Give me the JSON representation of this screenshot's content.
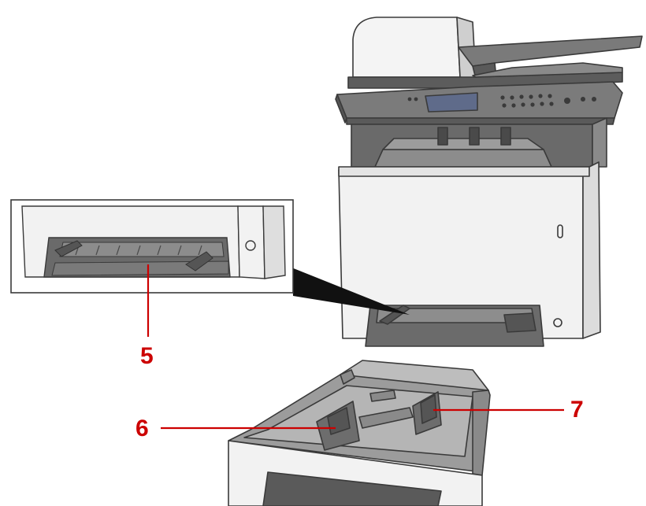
{
  "colors": {
    "callout": "#cc0000",
    "body_light": "#f2f2f2",
    "body_gray": "#d9d9d9",
    "panel_dark": "#6d6d6d",
    "outline": "#3a3a3a",
    "screen": "#5f6b8a"
  },
  "callouts": [
    {
      "label": "5"
    },
    {
      "label": "6"
    },
    {
      "label": "7"
    }
  ]
}
